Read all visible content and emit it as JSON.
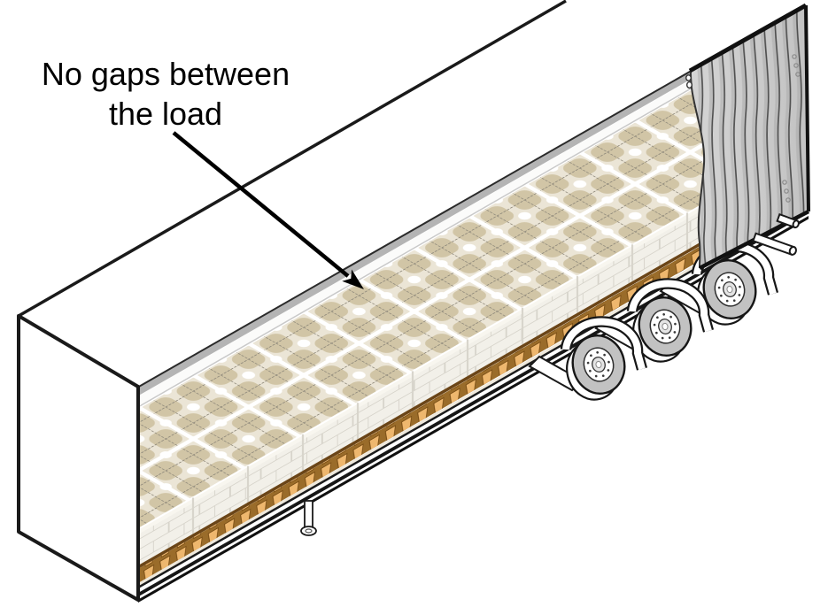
{
  "annotation": {
    "line1": "No gaps between",
    "line2": "the load"
  },
  "figure": {
    "type": "isometric-technical-illustration",
    "subject": "Curtain-side semi-trailer loaded with palletised packs placed tightly together (no gaps between the load)",
    "wheel_count": 3,
    "pallet_rows_across": 2,
    "visible_pallet_stacks_along_length": 10,
    "elements": [
      "annotation-text",
      "annotation-arrow",
      "roof-edge",
      "front-bulkhead",
      "cant-rail",
      "load-top-sheets",
      "brick-pack-faces",
      "wooden-pallets",
      "floor-rail-stripes",
      "landing-gear-leg",
      "mudguards",
      "wheels",
      "rear-curtain",
      "curtain-hook",
      "rear-guard-pipes"
    ]
  },
  "colors": {
    "outline": "#1a1a1a",
    "load_top": "#ebe5d6",
    "load_diamond": "#d1c5a6",
    "grid_line": "#8f897b",
    "brick_face": "#f2f0e9",
    "brick_line": "#d7d4cb",
    "pallet_wood": "#9a6c2a",
    "pallet_deck": "#6b4517",
    "pallet_block": "#eeb76e",
    "cant_rail": "#b4b4b4",
    "curtain_light": "#d4d4d4",
    "curtain_dark": "#c3c3c3",
    "curtain_fold": "#4f4f4f",
    "tire": "#c2c2c2",
    "white": "#ffffff",
    "black": "#000000"
  }
}
